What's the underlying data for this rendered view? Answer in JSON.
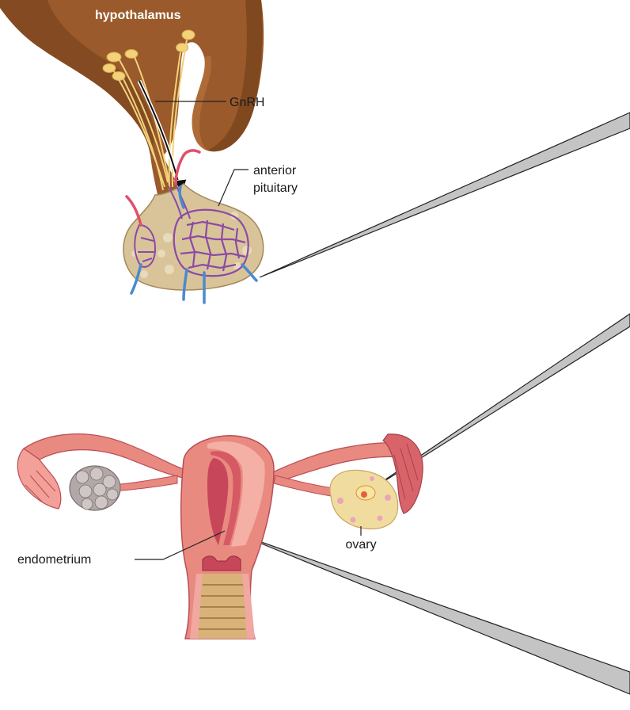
{
  "labels": {
    "hypothalamus": "hypothalamus",
    "gnrh": "GnRH",
    "anterior_pituitary_line1": "anterior",
    "anterior_pituitary_line2": "pituitary",
    "ovary": "ovary",
    "endometrium": "endometrium"
  },
  "colors": {
    "brain_tissue": "#9a5a2c",
    "brain_shadow": "#6e3c18",
    "pituitary_fill": "#d9c49a",
    "capillary": "#8a4aa6",
    "vein": "#4a8ad0",
    "artery": "#e0506a",
    "neuron": "#f2d27a",
    "uterus": "#e98a80",
    "uterus_dark": "#b94c55",
    "ovary_inactive": "#b3a8a8",
    "ovary_active": "#f1dca0",
    "callout": "#c4c4c4"
  }
}
